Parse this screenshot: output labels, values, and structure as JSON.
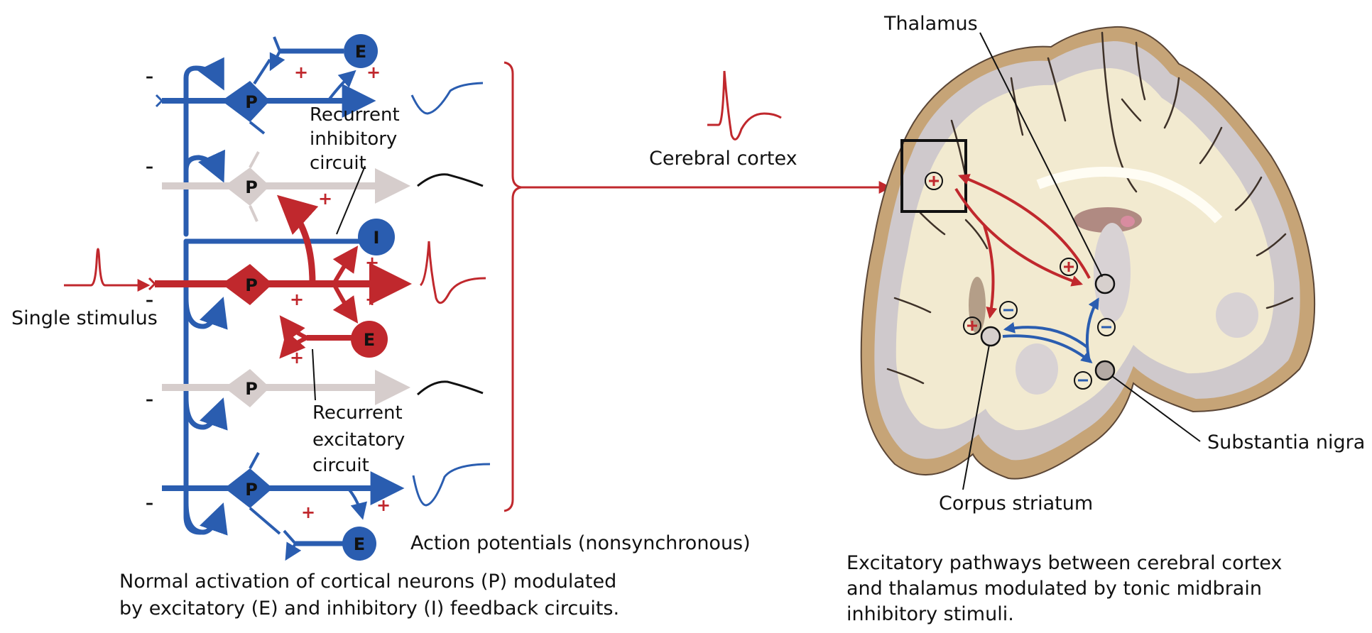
{
  "left_panel": {
    "stimulus_label": "Single stimulus",
    "recurrent_inhibitory_label": [
      "Recurrent",
      "inhibitory",
      "circuit"
    ],
    "recurrent_excitatory_label": [
      "Recurrent",
      "excitatory",
      "circuit"
    ],
    "action_potentials_label": "Action potentials (nonsynchronous)",
    "caption": [
      "Normal activation of cortical neurons (P) modulated",
      "by excitatory (E) and inhibitory (I) feedback circuits."
    ],
    "cell_letters": {
      "pyramidal": "P",
      "excitatory": "E",
      "inhibitory": "I"
    },
    "signs": {
      "plus": "+",
      "minus": "–"
    },
    "colors": {
      "blue": "#2a5db0",
      "red": "#c0282d",
      "gray": "#d6cdcc",
      "dark_red": "#b3262b"
    }
  },
  "right_panel": {
    "cortex_label": "Cerebral cortex",
    "thalamus_label": "Thalamus",
    "substantia_nigra_label": "Substantia nigra",
    "corpus_striatum_label": "Corpus striatum",
    "caption": [
      "Excitatory pathways between cerebral cortex",
      "and thalamus modulated by tonic midbrain",
      "inhibitory stimuli."
    ],
    "colors": {
      "brain_white": "#f2ead0",
      "brain_gray": "#cfc9cc",
      "brain_cortex_edge": "#b98a55",
      "excitatory_arrow": "#c0282d",
      "inhibitory_arrow": "#2a5db0"
    }
  }
}
